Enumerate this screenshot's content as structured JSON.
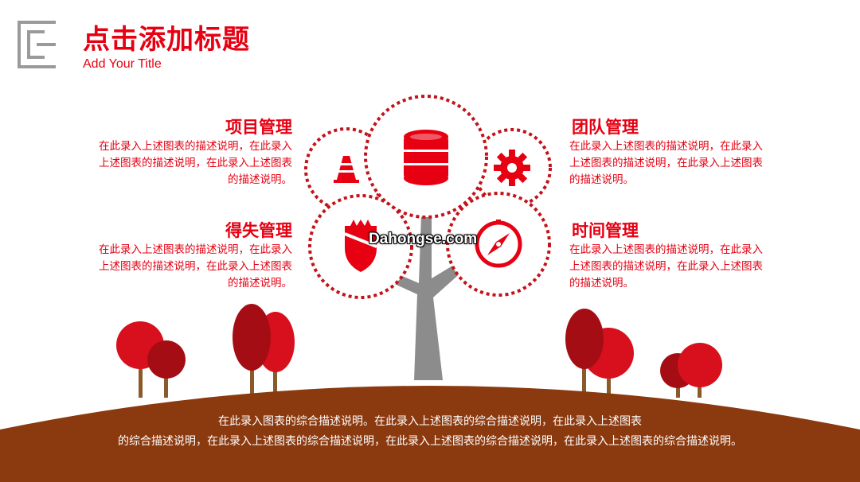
{
  "header": {
    "title": "点击添加标题",
    "subtitle": "Add Your Title"
  },
  "blocks": {
    "project": {
      "title": "项目管理",
      "desc": "在此录入上述图表的描述说明，在此录入上述图表的描述说明，在此录入上述图表的描述说明。"
    },
    "team": {
      "title": "团队管理",
      "desc": "在此录入上述图表的描述说明，在此录入上述图表的描述说明，在此录入上述图表的描述说明。"
    },
    "gainloss": {
      "title": "得失管理",
      "desc": "在此录入上述图表的描述说明，在此录入上述图表的描述说明，在此录入上述图表的描述说明。"
    },
    "time": {
      "title": "时间管理",
      "desc": "在此录入上述图表的描述说明，在此录入上述图表的描述说明，在此录入上述图表的描述说明。"
    }
  },
  "bottom": {
    "line1": "在此录入图表的综合描述说明。在此录入上述图表的综合描述说明，在此录入上述图表",
    "line2": "的综合描述说明，在此录入上述图表的综合描述说明，在此录入上述图表的综合描述说明，在此录入上述图表的综合描述说明。"
  },
  "watermark": "Dahongse.com",
  "icons": [
    "traffic-cone-icon",
    "database-icon",
    "gear-icon",
    "shield-icon",
    "compass-icon"
  ],
  "colors": {
    "accent": "#e60012",
    "dark_red": "#a50d15",
    "ground": "#8b3a0f",
    "trunk": "#8c8c8c",
    "logo": "#9a9a9a"
  }
}
